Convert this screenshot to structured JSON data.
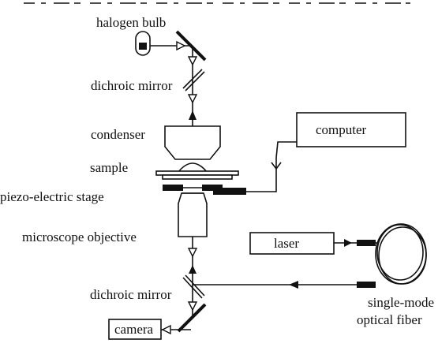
{
  "labels": {
    "halogen_bulb": "halogen bulb",
    "dichroic_mirror_top": "dichroic mirror",
    "condenser": "condenser",
    "sample": "sample",
    "piezo_stage": "piezo-electric stage",
    "microscope_objective": "microscope objective",
    "dichroic_mirror_bottom": "dichroic mirror",
    "camera": "camera",
    "computer": "computer",
    "laser": "laser",
    "fiber_line1": "single-mode",
    "fiber_line2": "optical fiber"
  }
}
